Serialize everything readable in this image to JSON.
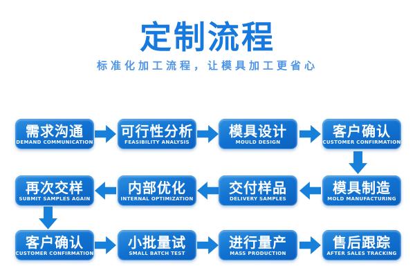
{
  "header": {
    "title": "定制流程",
    "subtitle": "标准化加工流程，让模具加工更省心"
  },
  "colors": {
    "title_blue": "#1778dd",
    "subtitle_blue": "#4d94e6",
    "box_gradient_top": "#2e8fe0",
    "box_gradient_bottom": "#0c60bd",
    "arrow_blue": "#1680db",
    "background": "#ffffff",
    "box_text": "#ffffff"
  },
  "flow": {
    "rows": [
      {
        "name": "row-1",
        "arrow_direction": "right",
        "steps": [
          {
            "zh": "需求沟通",
            "en": "DEMAND COMMUNICATION"
          },
          {
            "zh": "可行性分析",
            "en": "FEASIBILITY ANALYSIS"
          },
          {
            "zh": "模具设计",
            "en": "MOULD DESIGN"
          },
          {
            "zh": "客户确认",
            "en": "CUSTOMER CONFIRMATION"
          }
        ]
      },
      {
        "name": "row-2",
        "arrow_direction": "left",
        "steps": [
          {
            "zh": "再次交样",
            "en": "SUBMIT SAMPLES AGAIN"
          },
          {
            "zh": "内部优化",
            "en": "INTERNAL OPTIMIZATION"
          },
          {
            "zh": "交付样品",
            "en": "DELIVERY SAMPLES"
          },
          {
            "zh": "模具制造",
            "en": "MOLD MANUFACTURING"
          }
        ]
      },
      {
        "name": "row-3",
        "arrow_direction": "right",
        "steps": [
          {
            "zh": "客户确认",
            "en": "CUSTOMER CONFIRMATION"
          },
          {
            "zh": "小批量试",
            "en": "SMALL BATCH TEST"
          },
          {
            "zh": "进行量产",
            "en": "MASS PRODUCTION"
          },
          {
            "zh": "售后跟踪",
            "en": "AFTER SALES TRACKING"
          }
        ]
      }
    ],
    "flow_sequence": [
      "需求沟通",
      "可行性分析",
      "模具设计",
      "客户确认",
      "模具制造",
      "交付样品",
      "内部优化",
      "再次交样",
      "客户确认",
      "小批量试",
      "进行量产",
      "售后跟踪"
    ]
  }
}
